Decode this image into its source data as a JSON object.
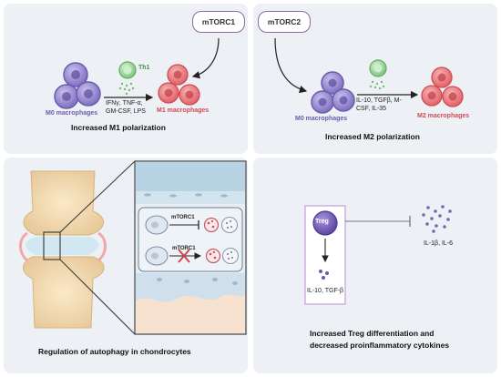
{
  "colors": {
    "panel_bg": "#edf0f4",
    "m0_purple": "#7f6fbf",
    "m1_red": "#e0626a",
    "th1_green": "#8fd38f",
    "treg_purple": "#6f57b0",
    "highlight_border": "#c6a6dc"
  },
  "top_left": {
    "mtorc_label": "mTORC1",
    "th1_label": "Th1",
    "m0_label": "M0 macrophages",
    "cytokines_line1": "IFNγ, TNF-α,",
    "cytokines_line2": "GM-CSF, LPS",
    "m1_label": "M1 macrophages",
    "caption": "Increased M1 polarization"
  },
  "top_right": {
    "mtorc_label": "mTORC2",
    "m0_label": "M0 macrophages",
    "cytokines_line1": "IL-10, TGFβ, M-",
    "cytokines_line2": "CSF, IL-35",
    "m2_label": "M2 macrophages",
    "caption": "Increased M2 polarization"
  },
  "bottom_left": {
    "mtorc_inhibit_label": "mTORC1",
    "mtorc_blocked_label": "mTORC1",
    "caption": "Regulation of autophagy in chondrocytes"
  },
  "bottom_right": {
    "treg_label": "Treg",
    "treg_products": "IL-10, TGF-β",
    "cytokines": "IL-1β, IL-6",
    "caption_line1": "Increased Treg differentiation and",
    "caption_line2": "decreased proinflammatory cytokines"
  }
}
